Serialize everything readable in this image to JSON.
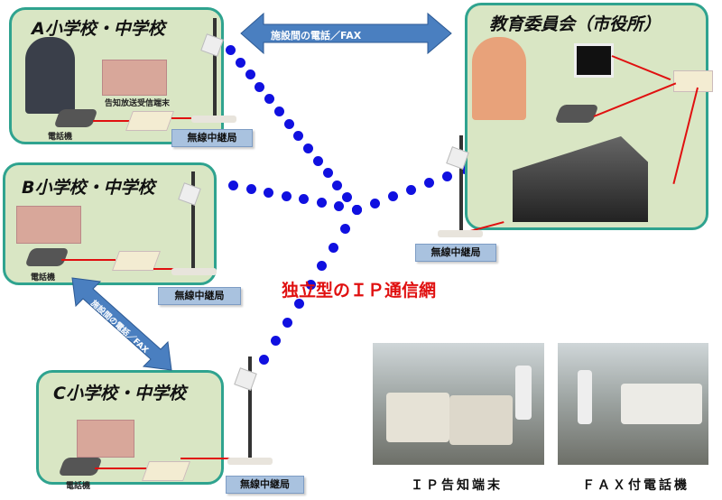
{
  "sites": {
    "a": {
      "title": "A小学校・中学校",
      "phone": "電話機",
      "terminal": "告知放送受信端末"
    },
    "b": {
      "title": "B小学校・中学校",
      "phone": "電話機"
    },
    "c": {
      "title": "C小学校・中学校",
      "phone": "電話機"
    },
    "board": {
      "title": "教育委員会（市役所）"
    }
  },
  "relay_label": "無線中継局",
  "links": {
    "top_arrow": "施設間の電話／FAX",
    "diag_arrow": "施設間の電話／FAX"
  },
  "network_label": "独立型のＩＰ通信網",
  "photos": {
    "ip_terminal": "ＩＰ告知端末",
    "fax_phone": "ＦＡＸ付電話機"
  },
  "colors": {
    "box_bg": "#d9e6c4",
    "box_border": "#2fa38f",
    "dots": "#1010e0",
    "arrow": "#4a7fc0",
    "network_label": "#e01010"
  }
}
